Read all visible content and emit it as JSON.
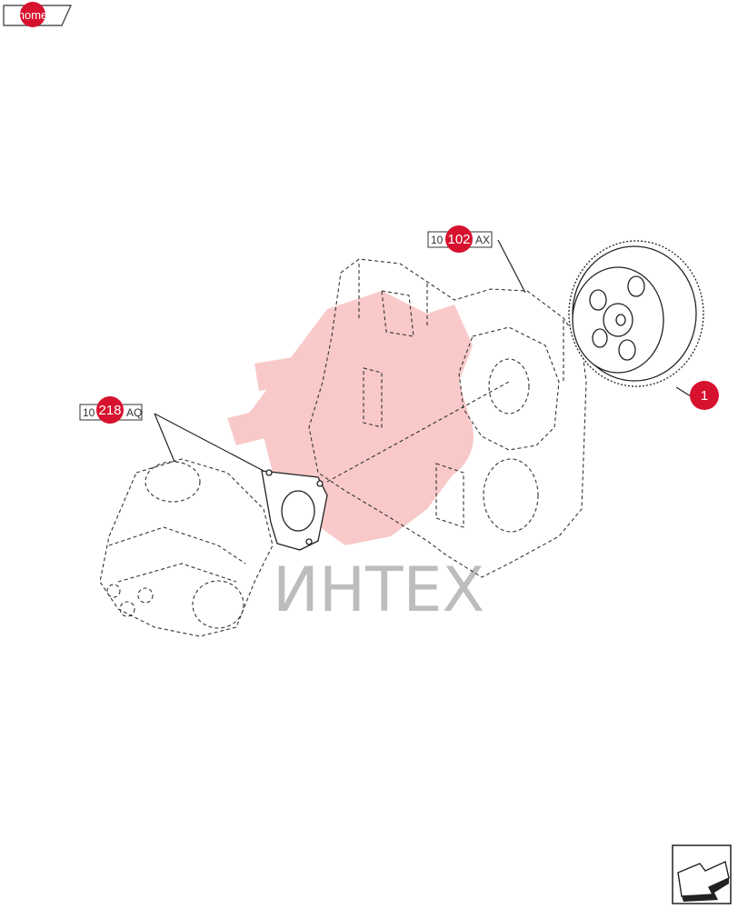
{
  "home": {
    "label": "home"
  },
  "watermark": {
    "text": "ИНТЕХ",
    "color": "#bdbdbd",
    "logo_color": "#e8423c"
  },
  "callouts": [
    {
      "id": "callout-1",
      "text": "1"
    },
    {
      "id": "callout-102",
      "text": "102",
      "ref_prefix": "10",
      "ref_suffix": "AX"
    },
    {
      "id": "callout-218",
      "text": "218",
      "ref_prefix": "10",
      "ref_suffix": "AQ"
    }
  ],
  "colors": {
    "accent": "#d7122f",
    "line": "#222222"
  },
  "icons": {
    "nav": "next-arrow-icon"
  }
}
